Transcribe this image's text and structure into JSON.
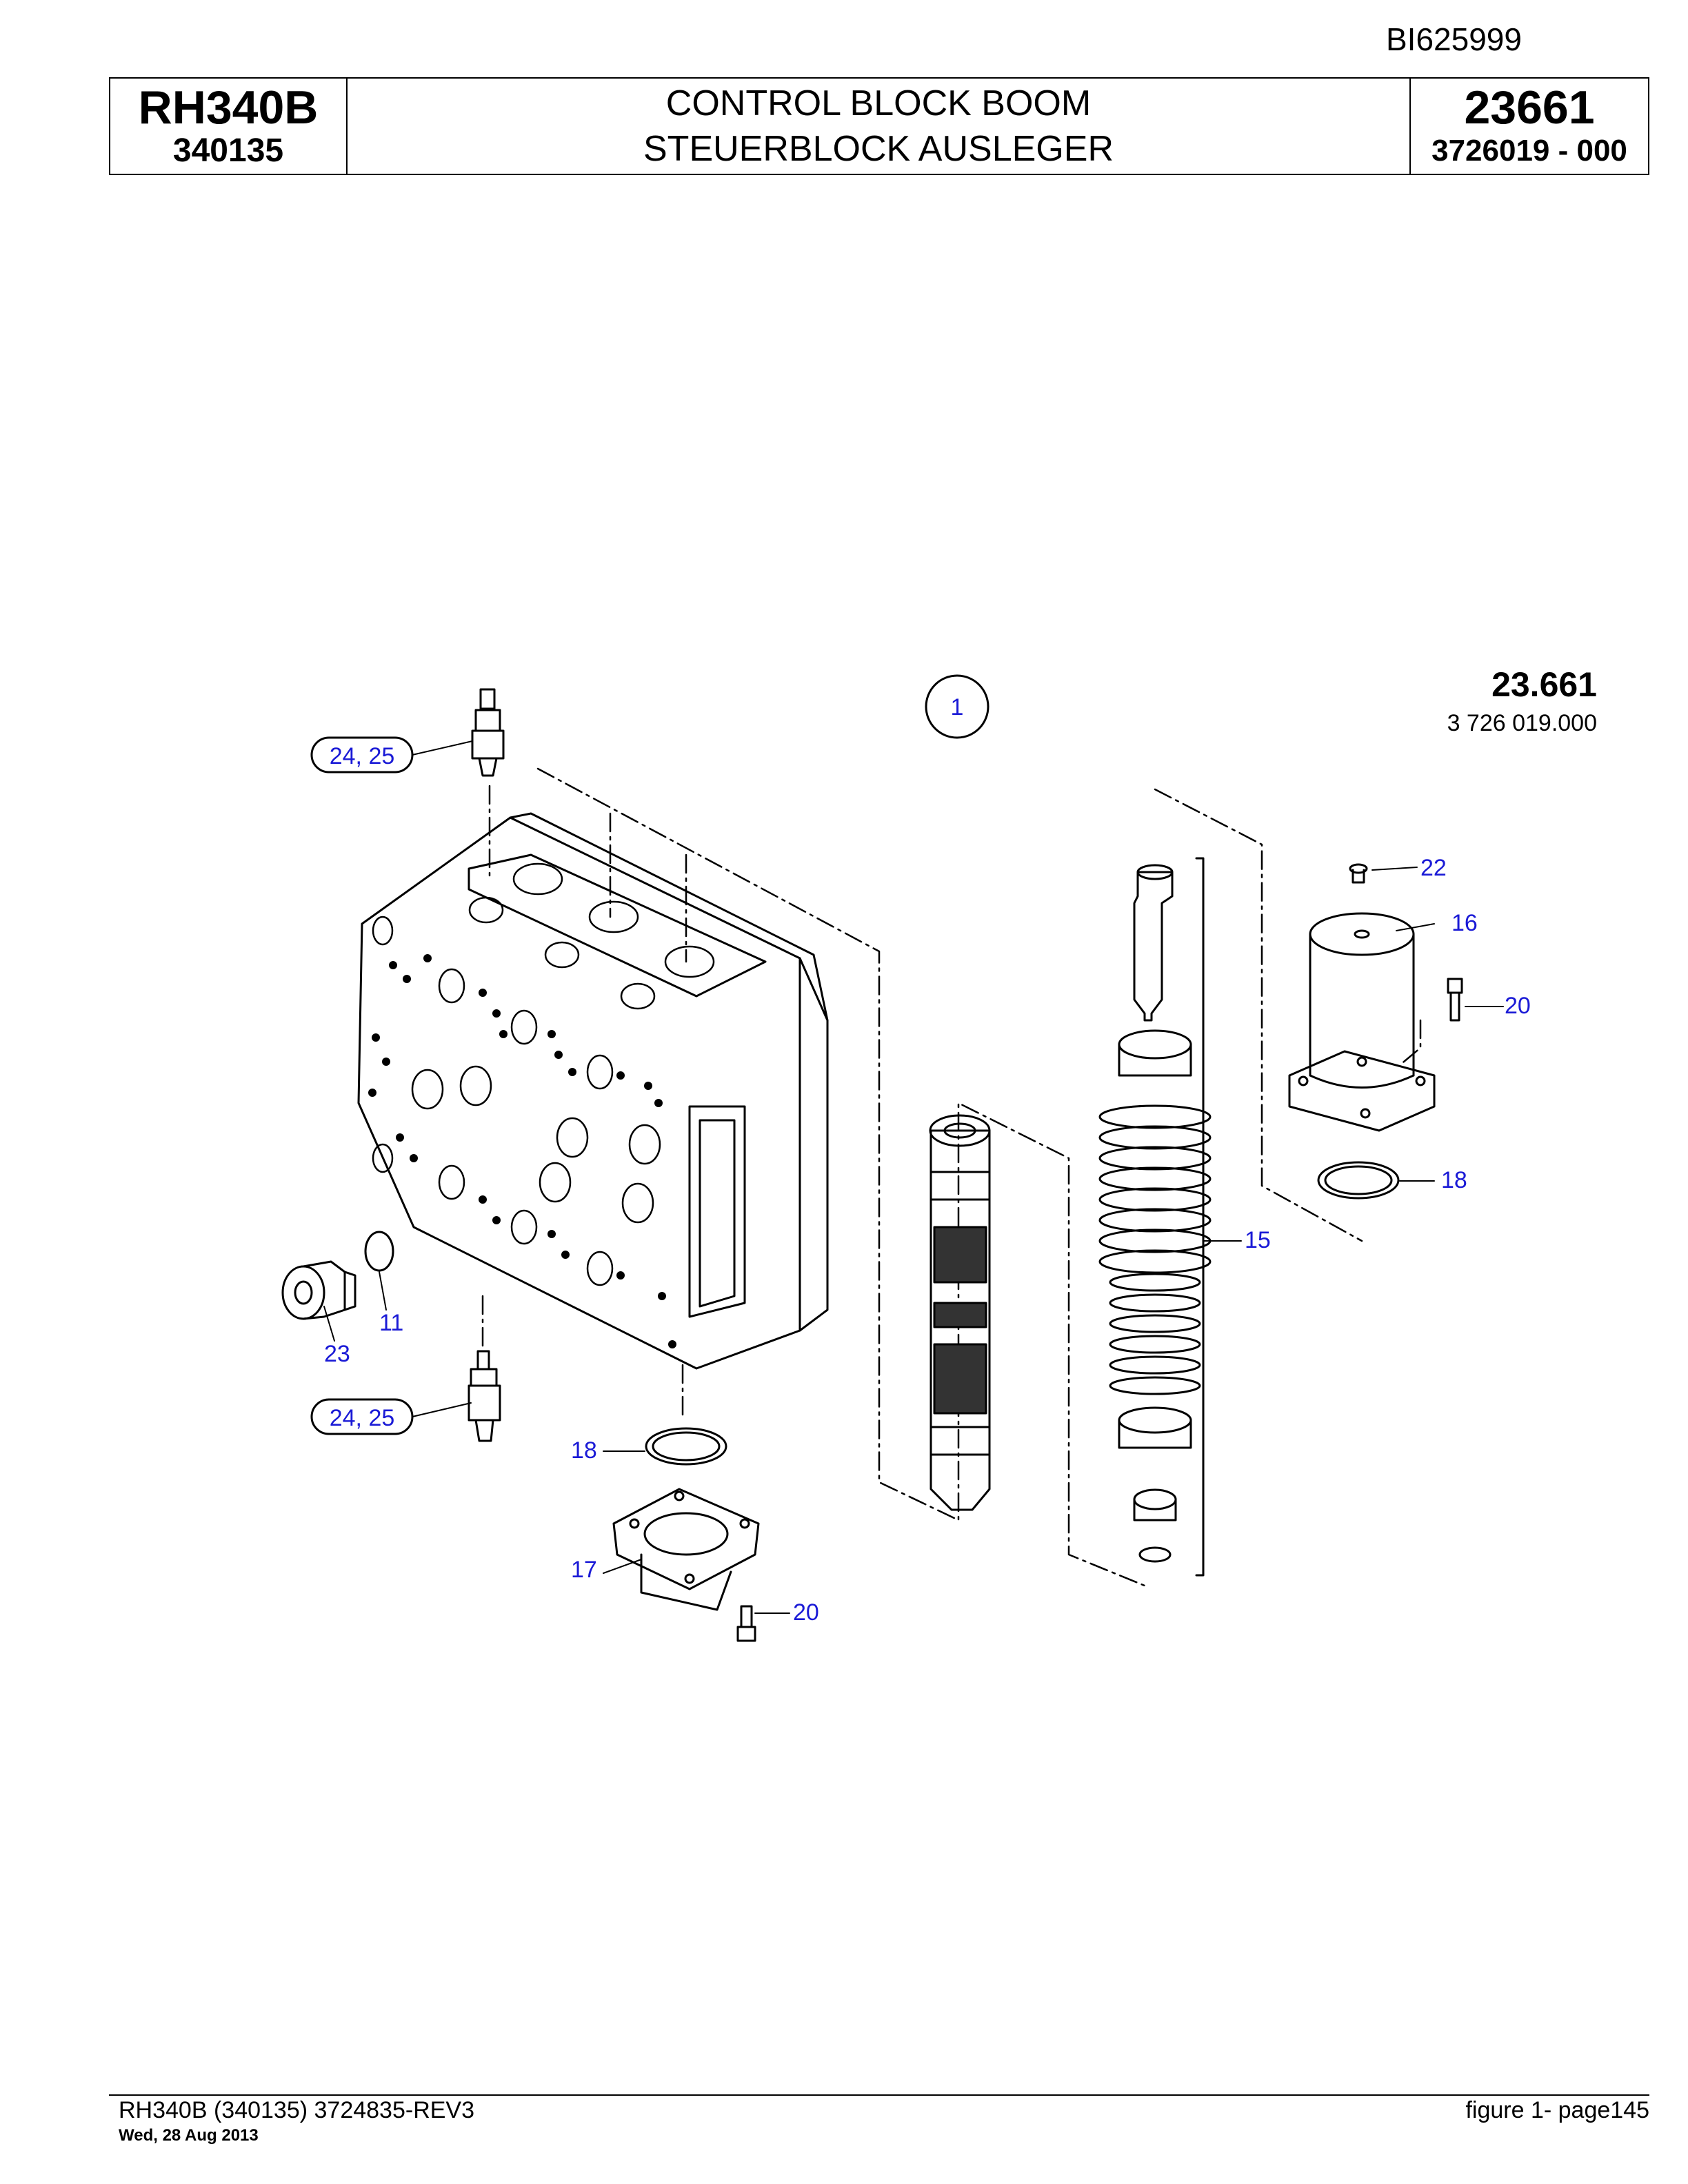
{
  "document": {
    "id": "BI625999"
  },
  "header": {
    "model": "RH340B",
    "serial": "340135",
    "title_en": "CONTROL BLOCK BOOM",
    "title_de": "STEUERBLOCK AUSLEGER",
    "group_number": "23661",
    "part_number": "3726019  - 000"
  },
  "drawing": {
    "assembly_label": "23.661",
    "assembly_number": "3 726 019.000",
    "circle_ref": "1",
    "callouts": {
      "c_24_25_top": "24, 25",
      "c_24_25_bottom": "24, 25",
      "c_22": "22",
      "c_16": "16",
      "c_20_right": "20",
      "c_18_right": "18",
      "c_15": "15",
      "c_11": "11",
      "c_23": "23",
      "c_18_bottom": "18",
      "c_17": "17",
      "c_20_bottom": "20"
    },
    "colors": {
      "callout": "#1a1ad6",
      "line": "#000000"
    }
  },
  "footer": {
    "source": "RH340B (340135) 3724835-REV3",
    "date": "Wed, 28 Aug 2013",
    "page": "figure  1- page145"
  }
}
